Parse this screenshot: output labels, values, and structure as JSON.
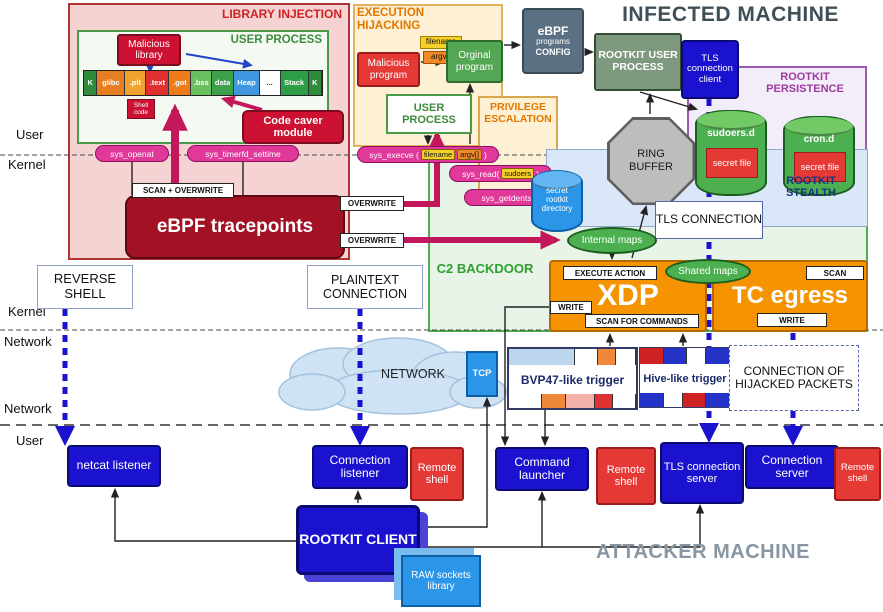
{
  "titles": {
    "infected_machine": "INFECTED MACHINE",
    "attacker_machine": "ATTACKER MACHINE"
  },
  "layers": {
    "user_top": "User",
    "kernel_top": "Kernel",
    "kernel_mid": "Kernel",
    "network_mid": "Network",
    "network_low": "Network",
    "user_bottom": "User"
  },
  "library_injection": {
    "title": "LIBRARY INJECTION",
    "user_process": "USER PROCESS",
    "malicious_library": "Malicious library",
    "memory_segments": [
      {
        "label": "K",
        "color": "#2e8b3a",
        "text": "#fff",
        "flex": "1"
      },
      {
        "label": "glibc",
        "color": "#e67e22",
        "text": "#fff",
        "flex": "2.2"
      },
      {
        "label": ".plt",
        "color": "#f0a330",
        "text": "#fff",
        "flex": "1.6"
      },
      {
        "label": ".text",
        "color": "#e03030",
        "text": "#fff",
        "flex": "1.8"
      },
      {
        "label": ".got",
        "color": "#ef7c1a",
        "text": "#fff",
        "flex": "1.7"
      },
      {
        "label": ".bss",
        "color": "#6abf5e",
        "text": "#fff",
        "flex": "1.6"
      },
      {
        "label": "data",
        "color": "#3da04b",
        "text": "#fff",
        "flex": "1.7"
      },
      {
        "label": "Heap",
        "color": "#3f97e0",
        "text": "#fff",
        "flex": "2"
      },
      {
        "label": "...",
        "color": "#ffffff",
        "text": "#333",
        "flex": "1.6"
      },
      {
        "label": "Stack",
        "color": "#2e9e46",
        "text": "#fff",
        "flex": "2.2"
      },
      {
        "label": "K",
        "color": "#2e8b3a",
        "text": "#fff",
        "flex": "1"
      }
    ],
    "shell_code": "Shell code",
    "code_caver_module": "Code caver module",
    "sys_openat": "sys_openat",
    "sys_timerfd_settime": "sys_timerfd_settime",
    "scan_overwrite": "SCAN + OVERWRITE",
    "ebpf_tracepoints": "eBPF tracepoints"
  },
  "execution_hijacking": {
    "title": "EXECUTION HIJACKING",
    "filename_tag": "filename",
    "argv_tag": "argv[]",
    "malicious_program": "Malicious program",
    "original_program": "Orginal program",
    "user_process": "USER PROCESS",
    "sys_execve_open": "sys_execve (",
    "sys_execve_filename": "filename",
    "sys_execve_argv": "argv[]",
    "sys_execve_close": ")",
    "overwrite_top": "OVERWRITE",
    "overwrite_bottom": "OVERWRITE"
  },
  "privilege_escalation": {
    "title": "PRIVILEGE ESCALATION",
    "sys_read_open": "sys_read(",
    "sys_read_sudoers": "sudoers",
    "sys_read_close": ")",
    "sys_getdents": "sys_getdents(",
    "secret_rootkit_directory": "secret rootkit directory"
  },
  "control_plane": {
    "config_line1": "eBPF",
    "config_line2": "programs",
    "config_line3": "CONFIG",
    "rootkit_user_process": "ROOTKIT USER PROCESS",
    "tls_connection_client": "TLS connection client",
    "ring_buffer": "RING BUFFER"
  },
  "rootkit_persistence": {
    "title": "ROOTKIT PERSISTENCE",
    "sudoers_d": "sudoers.d",
    "cron_d": "cron.d",
    "secret_file_sudoers": "secret file",
    "secret_file_cron": "secret file"
  },
  "rootkit_stealth": {
    "title": "ROOTKIT STEALTH",
    "tls_connection": "TLS CONNECTION"
  },
  "c2_backdoor": {
    "title": "C2 BACKDOOR",
    "internal_maps": "Internal maps",
    "shared_maps": "Shared maps",
    "xdp": "XDP",
    "tc_egress": "TC egress",
    "execute_action": "EXECUTE ACTION",
    "scan": "SCAN",
    "write_xdp": "WRITE",
    "scan_for_commands": "SCAN FOR COMMANDS",
    "write_tc": "WRITE"
  },
  "network_layer": {
    "reverse_shell": "REVERSE SHELL",
    "plaintext_connection": "PLAINTEXT CONNECTION",
    "network": "NETWORK",
    "tcp": "TCP",
    "bvp47_trigger": {
      "label": "BVP47-like trigger",
      "row1": [
        {
          "color": "#bcd6ee",
          "flex": "4"
        },
        {
          "color": "#ffffff",
          "flex": "1.4"
        },
        {
          "color": "#f0883c",
          "flex": "1"
        },
        {
          "color": "#ffffff",
          "flex": "1.2"
        }
      ],
      "row2": [
        {
          "color": "#ffffff",
          "flex": "2"
        },
        {
          "color": "#f0883c",
          "flex": "1.4"
        },
        {
          "color": "#f2b0a8",
          "flex": "1.8"
        },
        {
          "color": "#dd3333",
          "flex": "1"
        },
        {
          "color": "#ffffff",
          "flex": "1.4"
        }
      ]
    },
    "hive_trigger": {
      "label": "Hive-like trigger",
      "row1": [
        {
          "color": "#cf2222",
          "flex": "1"
        },
        {
          "color": "#2433c8",
          "flex": "1"
        },
        {
          "color": "#ffffff",
          "flex": "0.8"
        },
        {
          "color": "#2433c8",
          "flex": "1"
        }
      ],
      "row2": [
        {
          "color": "#2433c8",
          "flex": "1"
        },
        {
          "color": "#ffffff",
          "flex": "0.8"
        },
        {
          "color": "#cf2222",
          "flex": "1"
        },
        {
          "color": "#2433c8",
          "flex": "1"
        }
      ]
    },
    "hijacked_packets": "CONNECTION OF HIJACKED PACKETS"
  },
  "attacker_machine": {
    "netcat_listener": "netcat listener",
    "connection_listener": "Connection listener",
    "remote_shell_left": "Remote shell",
    "command_launcher": "Command launcher",
    "remote_shell_mid": "Remote shell",
    "tls_connection_server": "TLS connection server",
    "connection_server": "Connection server",
    "remote_shell_right": "Remote shell",
    "rootkit_client": "ROOTKIT CLIENT",
    "raw_sockets_library": "RAW sockets library"
  },
  "colors": {
    "attack_blue": "#1a12cf",
    "alert_red": "#e53935",
    "crimson": "#c2185b",
    "dark_red": "#a31124",
    "hook_pink": "#e0399a",
    "ebpf_orange": "#f59300",
    "persistence_green": "#4caf50"
  }
}
